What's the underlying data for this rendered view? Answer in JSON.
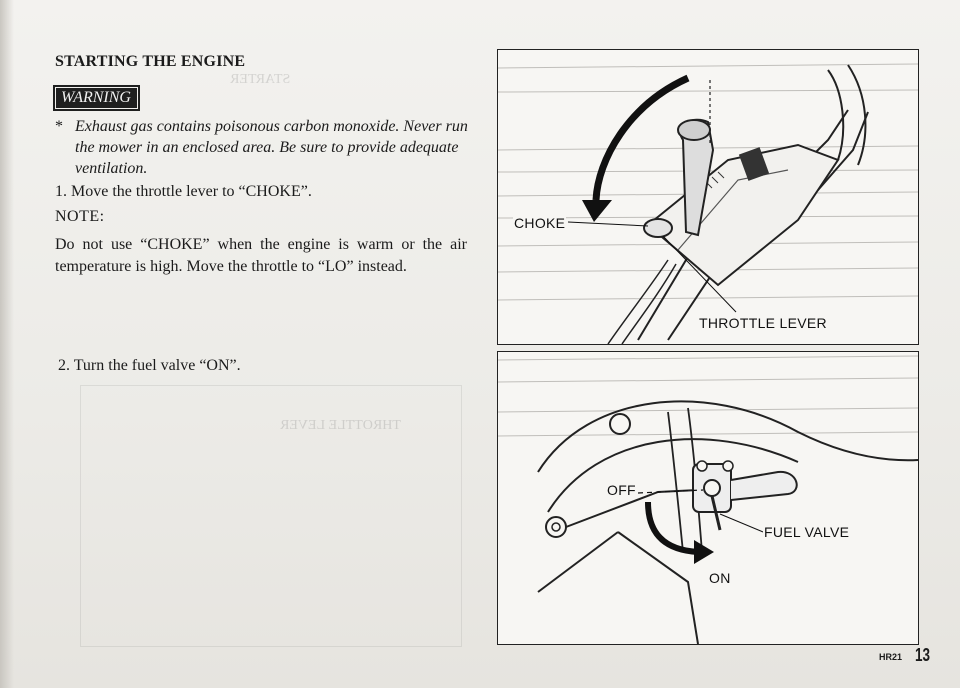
{
  "page": {
    "heading": "STARTING THE ENGINE",
    "warning_badge": "WARNING",
    "warning_star": "*",
    "warning_text": "Exhaust gas contains poisonous carbon monoxide. Never run the mower in an enclosed area. Be sure to provide adequate ventilation.",
    "step1": "1. Move the throttle lever to “CHOKE”.",
    "note_label": "NOTE:",
    "note_text": "Do not use “CHOKE” when the engine is warm or the air temperature is high. Move the throttle to “LO” instead.",
    "step2": "2. Turn the fuel valve “ON”.",
    "page_code": "HR21",
    "page_number": "13"
  },
  "figure_throttle": {
    "choke_label": "CHOKE",
    "throttle_label": "THROTTLE LEVER"
  },
  "figure_fuel": {
    "off_label": "OFF",
    "fuel_valve_label": "FUEL VALVE",
    "on_label": "ON"
  }
}
